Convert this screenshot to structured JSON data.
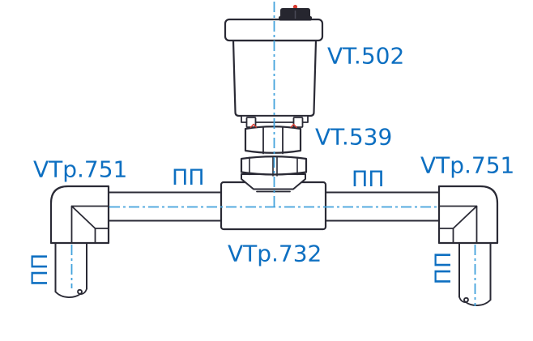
{
  "diagram": {
    "parts": [
      {
        "id": "automatic-air-vent",
        "label": "VT.502"
      },
      {
        "id": "shut-off-valve",
        "label": "VT.539"
      },
      {
        "id": "tee-fitting",
        "label": "VTp.732"
      },
      {
        "id": "elbow-left",
        "label": "VTp.751"
      },
      {
        "id": "elbow-right",
        "label": "VTp.751"
      }
    ],
    "pipe_marks": {
      "left_horizontal": "ПП",
      "right_horizontal": "ПП",
      "left_vertical": "ПП",
      "right_vertical": "ПП"
    },
    "colors": {
      "label_text": "#0d6fc1",
      "centerline": "#43a2dc",
      "outline": "#2a2a35",
      "cap_fill": "#26262f",
      "cap_slit": "#4a4a57",
      "accent_red": "#d93a2f"
    }
  }
}
